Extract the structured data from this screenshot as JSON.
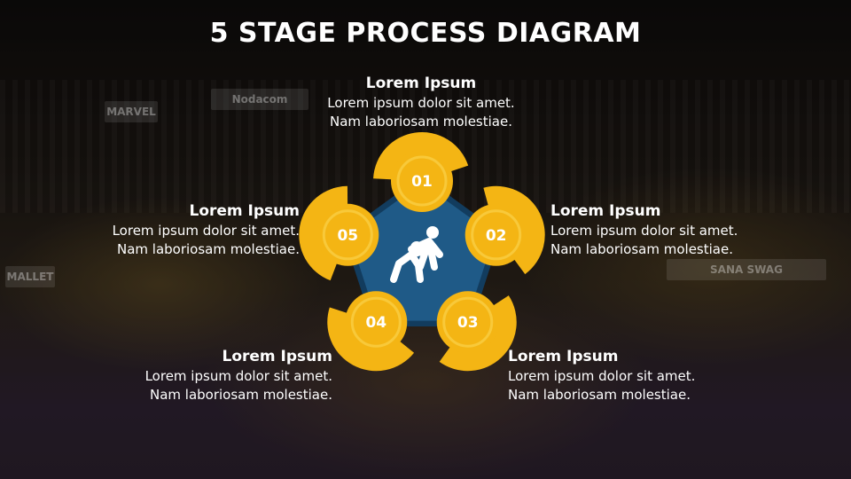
{
  "title": "5 STAGE PROCESS DIAGRAM",
  "background_banners": [
    "Nodacom",
    "MARVEL",
    "SANA SWAG",
    "MALLET"
  ],
  "colors": {
    "accent_yellow": "#F4B514",
    "ring_yellow": "#F8C93A",
    "pentagon_blue": "#1F5A87",
    "pentagon_dark": "#123C5E",
    "text": "#FFFFFF"
  },
  "center_icon": "wrestlers-icon",
  "stages": [
    {
      "number": "01",
      "heading": "Lorem Ipsum",
      "line1": "Lorem ipsum dolor sit amet.",
      "line2": "Nam laboriosam molestiae."
    },
    {
      "number": "02",
      "heading": "Lorem Ipsum",
      "line1": "Lorem ipsum dolor sit amet.",
      "line2": "Nam laboriosam molestiae."
    },
    {
      "number": "03",
      "heading": "Lorem Ipsum",
      "line1": "Lorem ipsum dolor sit amet.",
      "line2": "Nam laboriosam molestiae."
    },
    {
      "number": "04",
      "heading": "Lorem Ipsum",
      "line1": "Lorem ipsum dolor sit amet.",
      "line2": "Nam laboriosam molestiae."
    },
    {
      "number": "05",
      "heading": "Lorem Ipsum",
      "line1": "Lorem ipsum dolor sit amet.",
      "line2": "Nam laboriosam molestiae."
    }
  ]
}
